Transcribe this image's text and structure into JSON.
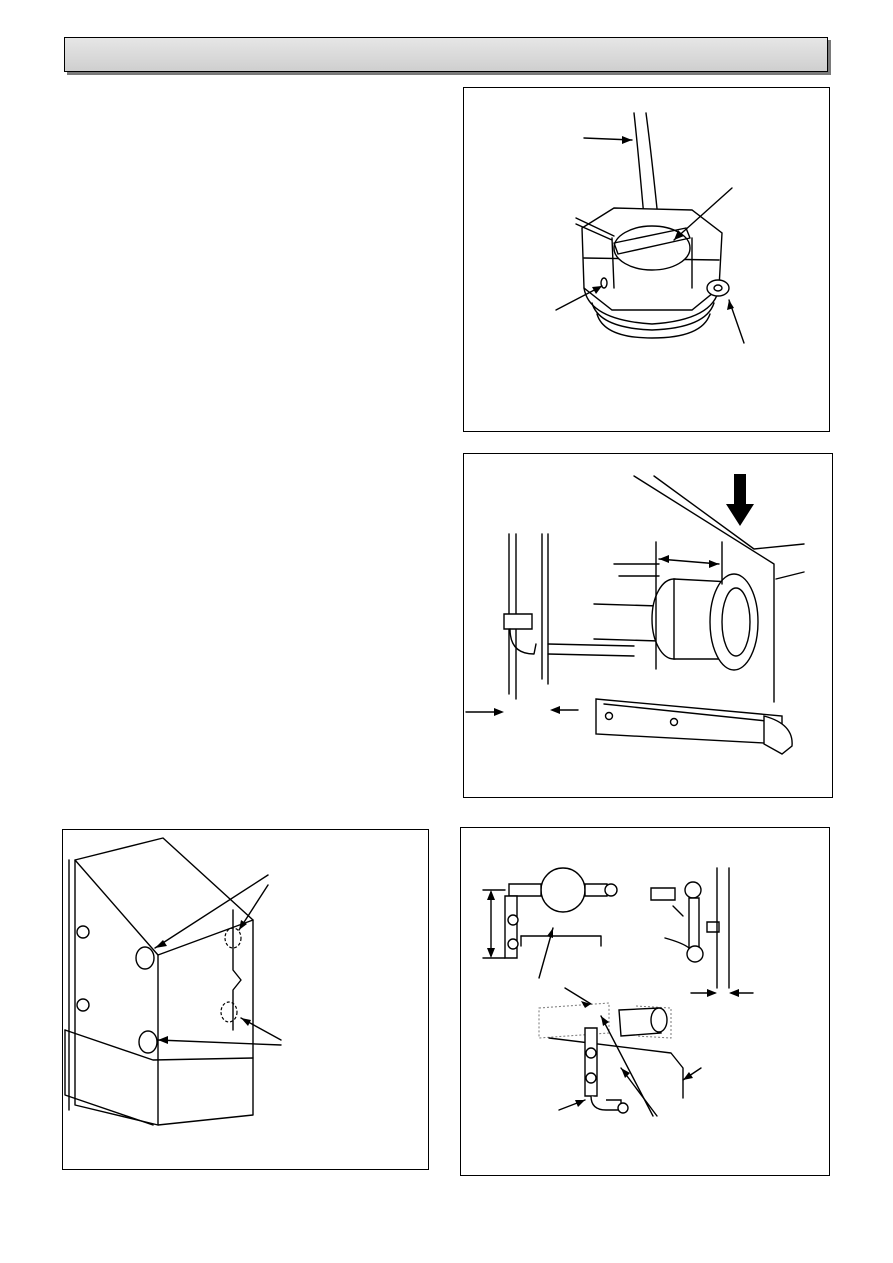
{
  "header": {
    "title": ""
  },
  "figures": [
    {
      "id": "fig1",
      "subject": "drain-fitting"
    },
    {
      "id": "fig2",
      "subject": "flue-clearance"
    },
    {
      "id": "fig3",
      "subject": "casing-knockouts"
    },
    {
      "id": "fig4",
      "subject": "pipe-connections"
    }
  ],
  "icons": {
    "arrow": "arrow-icon",
    "dimension": "dimension-arrow-icon"
  },
  "colors": {
    "line": "#000000",
    "header_bar": "#d9d9d9",
    "shadow": "#7a7a7a"
  }
}
